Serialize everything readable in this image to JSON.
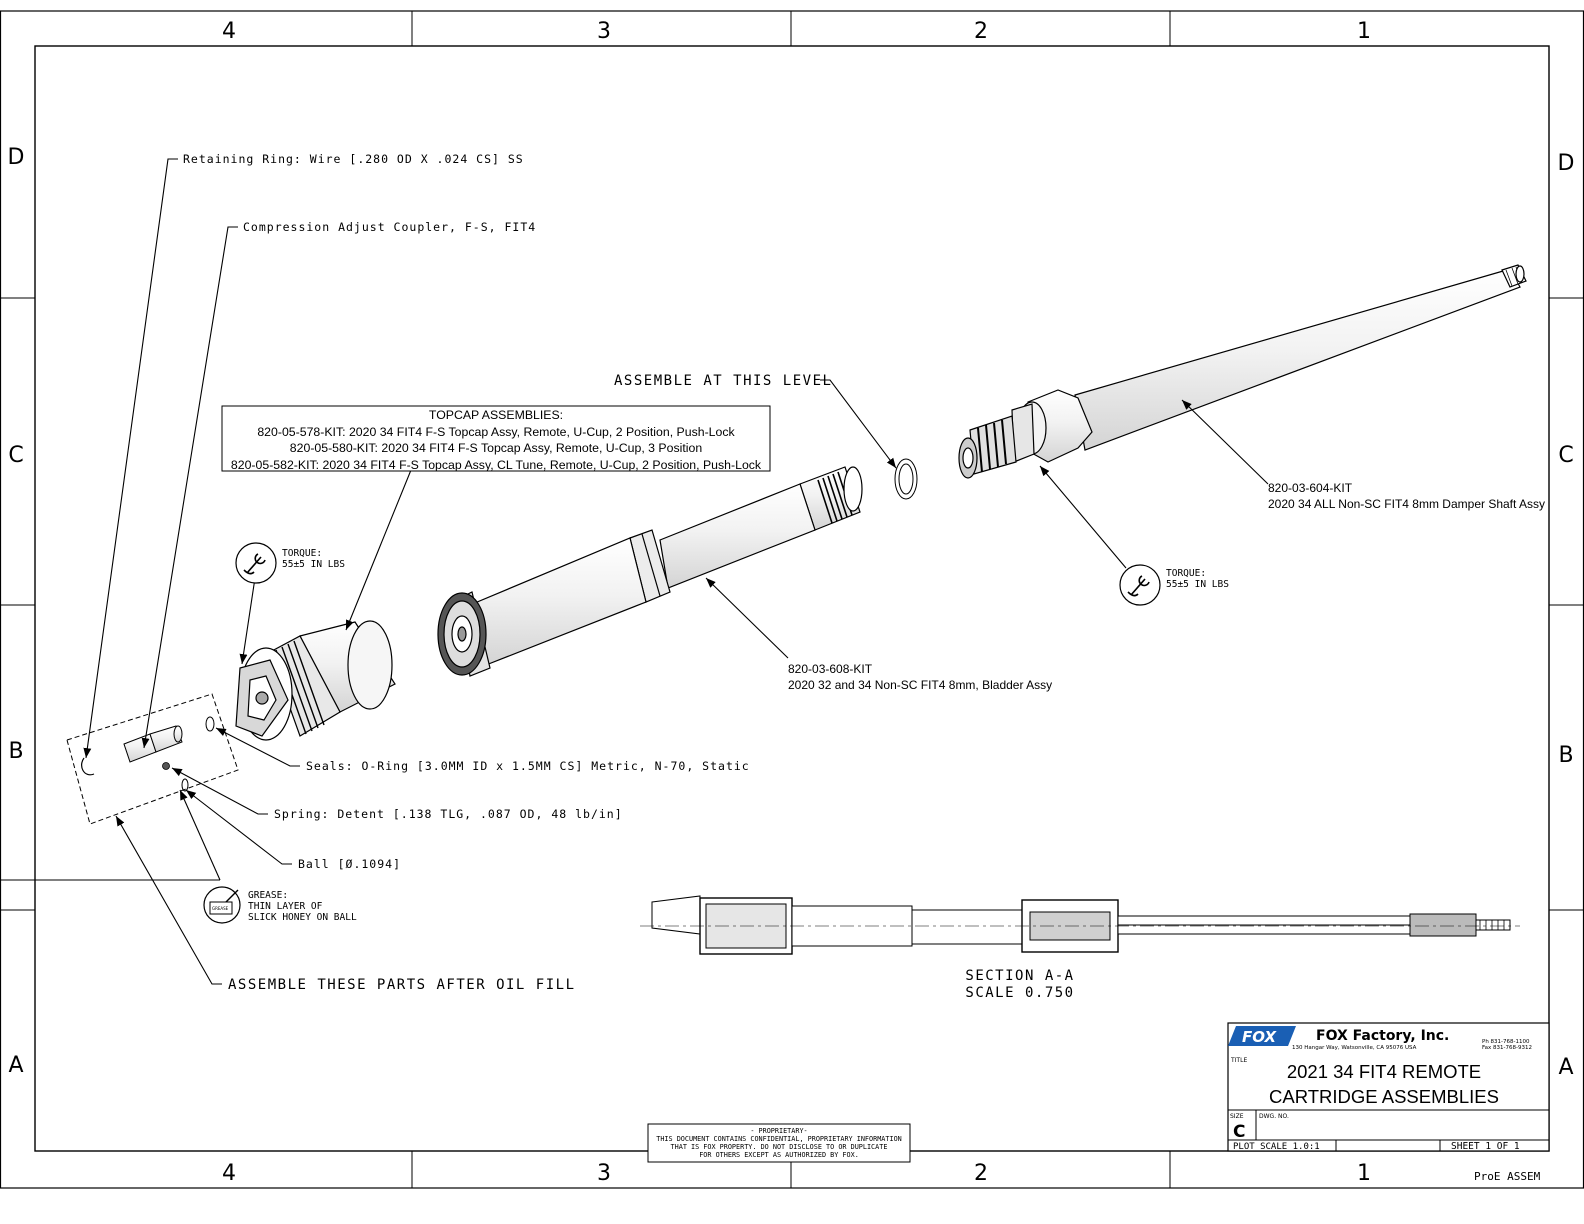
{
  "border": {
    "columns": [
      "4",
      "3",
      "2",
      "1"
    ],
    "rows": [
      "D",
      "C",
      "B",
      "A"
    ]
  },
  "callouts": {
    "retaining_ring": "Retaining Ring: Wire [.280 OD X .024 CS] SS",
    "compression_coupler": "Compression Adjust Coupler, F-S, FIT4",
    "assemble_level": "ASSEMBLE AT THIS LEVEL",
    "topcap_box": {
      "title": "TOPCAP ASSEMBLIES:",
      "lines": [
        "820-05-578-KIT: 2020 34 FIT4 F-S Topcap Assy, Remote, U-Cup, 2 Position, Push-Lock",
        "820-05-580-KIT: 2020 34 FIT4 F-S Topcap Assy, Remote, U-Cup, 3 Position",
        "820-05-582-KIT: 2020 34 FIT4 F-S Topcap Assy, CL Tune, Remote, U-Cup, 2 Position, Push-Lock"
      ]
    },
    "torque_left": {
      "label": "TORQUE:",
      "value": "55±5 IN LBS"
    },
    "torque_right": {
      "label": "TORQUE:",
      "value": "55±5 IN LBS"
    },
    "damper_shaft": {
      "part": "820-03-604-KIT",
      "desc": "2020 34 ALL Non-SC FIT4 8mm Damper Shaft Assy"
    },
    "bladder": {
      "part": "820-03-608-KIT",
      "desc": "2020 32 and 34 Non-SC FIT4 8mm, Bladder Assy"
    },
    "seals": "Seals: O-Ring [3.0MM ID x 1.5MM CS] Metric, N-70, Static",
    "spring": "Spring: Detent [.138 TLG, .087 OD, 48 lb/in]",
    "ball": "Ball [Ø.1094]",
    "grease": {
      "label": "GREASE:",
      "line1": "THIN LAYER OF",
      "line2": "SLICK HONEY ON BALL",
      "icon_text": "GREASE"
    },
    "assemble_after": "ASSEMBLE THESE PARTS AFTER OIL FILL"
  },
  "section": {
    "name": "SECTION  A-A",
    "scale": "SCALE  0.750"
  },
  "proprietary": [
    "- PROPRIETARY-",
    "THIS DOCUMENT CONTAINS CONFIDENTIAL, PROPRIETARY INFORMATION",
    "THAT IS FOX PROPERTY.  DO NOT DISCLOSE TO OR DUPLICATE",
    "FOR OTHERS EXCEPT AS AUTHORIZED BY FOX."
  ],
  "title_block": {
    "logo": "FOX",
    "company": "FOX Factory, Inc.",
    "address": "130 Hangar Way, Watsonville, CA 95076 USA",
    "phone": "Ph 831-768-1100",
    "fax": "Fax 831-768-9312",
    "title_label": "TITLE",
    "title_line1": "2021 34 FIT4 REMOTE",
    "title_line2": "CARTRIDGE ASSEMBLIES",
    "size_label": "SIZE",
    "size": "C",
    "dwg_label": "DWG. NO.",
    "plot_scale": "PLOT SCALE  1.0:1",
    "sheet": "SHEET  1 OF  1",
    "proe": "ProE ASSEM"
  },
  "colors": {
    "line": "#000000",
    "paper": "#ffffff",
    "logo_blue": "#1a5fb4"
  }
}
